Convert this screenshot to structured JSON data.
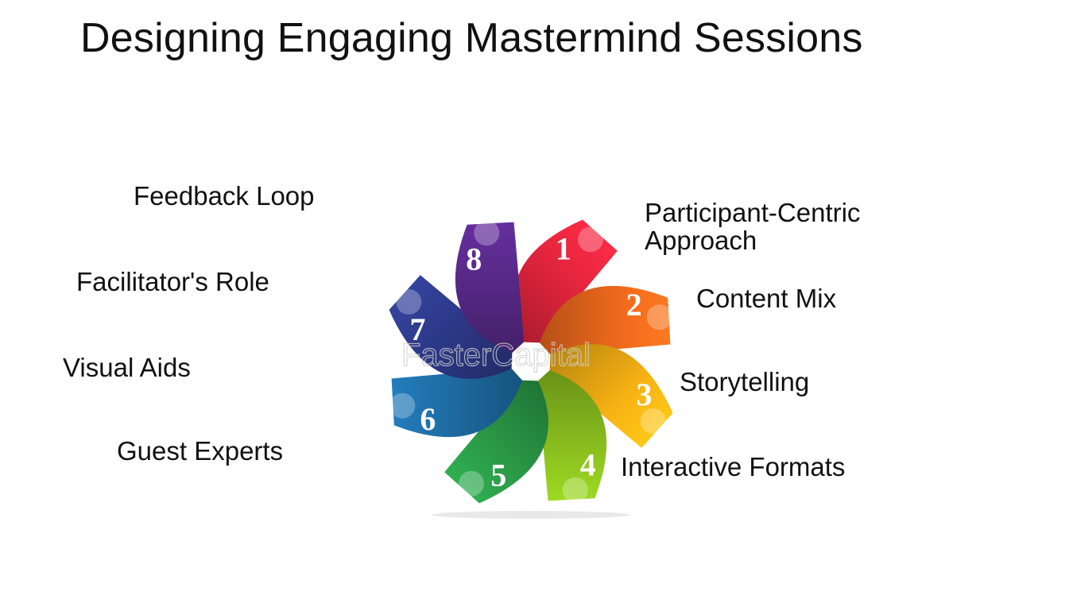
{
  "title": "Designing Engaging Mastermind Sessions",
  "watermark": "FasterCapital",
  "steps": [
    {
      "number": "1",
      "label": "Participant-Centric Approach",
      "color": "#e8263e"
    },
    {
      "number": "2",
      "label": "Content Mix",
      "color": "#f26b1d"
    },
    {
      "number": "3",
      "label": "Storytelling",
      "color": "#f8b214"
    },
    {
      "number": "4",
      "label": "Interactive Formats",
      "color": "#8cc21f"
    },
    {
      "number": "5",
      "label": "Guest Experts",
      "color": "#2b9b48"
    },
    {
      "number": "6",
      "label": "Visual Aids",
      "color": "#1f6fa8"
    },
    {
      "number": "7",
      "label": "Facilitator's Role",
      "color": "#2e3b8c"
    },
    {
      "number": "8",
      "label": "Feedback Loop",
      "color": "#5a2a8c"
    }
  ]
}
